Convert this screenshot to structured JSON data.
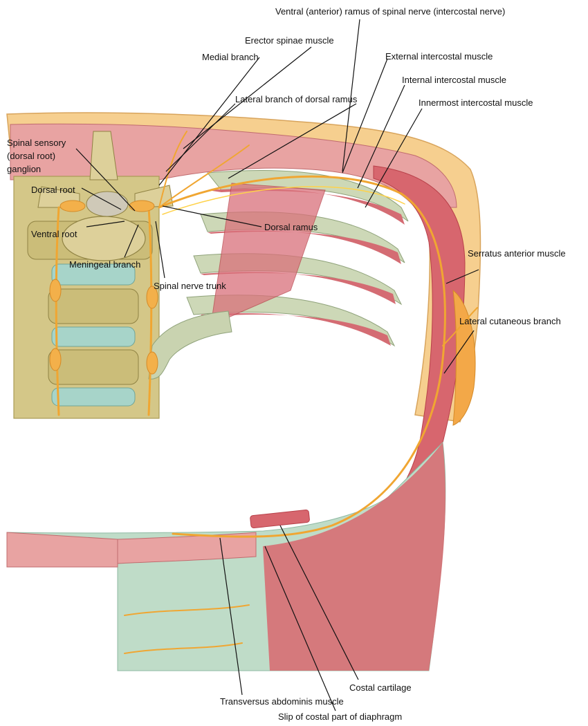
{
  "labels": {
    "ventral_ramus": "Ventral (anterior) ramus of spinal nerve (intercostal nerve)",
    "erector_spinae": "Erector spinae muscle",
    "medial_branch": "Medial branch",
    "external_intercostal": "External intercostal muscle",
    "internal_intercostal": "Internal intercostal muscle",
    "lateral_branch_dorsal": "Lateral branch of dorsal ramus",
    "innermost_intercostal": "Innermost intercostal muscle",
    "spinal_sensory_line1": "Spinal sensory",
    "spinal_sensory_line2": "(dorsal root)",
    "spinal_sensory_line3": "ganglion",
    "dorsal_root": "Dorsal root",
    "ventral_root": "Ventral root",
    "dorsal_ramus": "Dorsal ramus",
    "meningeal_branch": "Meningeal branch",
    "spinal_nerve_trunk": "Spinal nerve trunk",
    "serratus_anterior": "Serratus anterior muscle",
    "lateral_cutaneous": "Lateral cutaneous branch",
    "costal_cartilage": "Costal cartilage",
    "transversus_abdominis": "Transversus abdominis muscle",
    "slip_diaphragm": "Slip of costal part of diaphragm"
  },
  "colors": {
    "skin": "#f4c483",
    "fat": "#f8d9a0",
    "muscle": "#d9707a",
    "muscle_dark": "#c2434e",
    "muscle_light": "#eaa3a6",
    "bone": "#d9cf8f",
    "bone_dark": "#a99b55",
    "fascia": "#b9dcc8",
    "fascia_dark": "#8fb9a3",
    "nerve": "#f0a632",
    "nerve_light": "#ffd24a"
  }
}
